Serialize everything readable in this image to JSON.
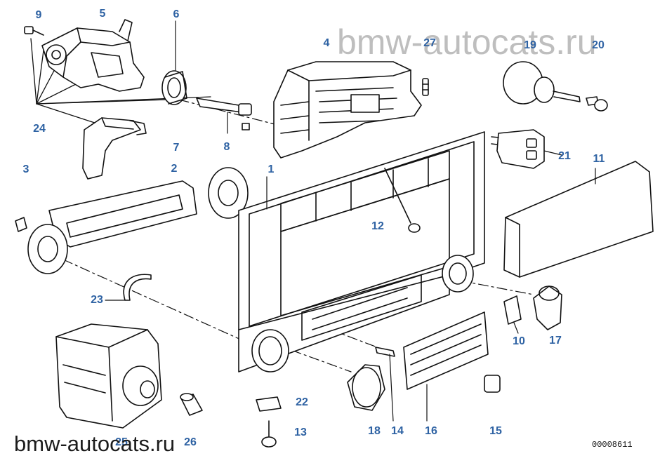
{
  "diagram": {
    "watermark_top": "bmw-autocats.ru",
    "watermark_bottom": "bmw-autocats.ru",
    "reference_number": "00008611",
    "callouts": {
      "c1": "1",
      "c2": "2",
      "c3": "3",
      "c4": "4",
      "c5": "5",
      "c6": "6",
      "c7": "7",
      "c8": "8",
      "c9": "9",
      "c10": "10",
      "c11": "11",
      "c12": "12",
      "c13": "13",
      "c14": "14",
      "c15": "15",
      "c16": "16",
      "c17": "17",
      "c18": "18",
      "c19": "19",
      "c20": "20",
      "c21": "21",
      "c22": "22",
      "c23": "23",
      "c24": "24",
      "c25": "25",
      "c26": "26",
      "c27": "27"
    },
    "label_color": "#2e62a3",
    "line_color": "#111111"
  }
}
